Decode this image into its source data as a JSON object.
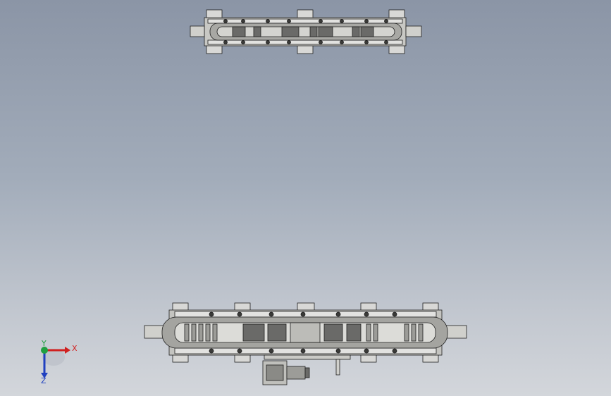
{
  "view": {
    "models": [
      {
        "name": "conveyor-top-view"
      },
      {
        "name": "conveyor-front-view"
      }
    ]
  },
  "triad": {
    "x_label": "X",
    "y_label": "Y",
    "z_label": "Z"
  },
  "colors": {
    "background_top": "#8b95a6",
    "background_bottom": "#d3d6db",
    "part_light": "#d8d8d6",
    "part_mid": "#b8b8b4",
    "part_dark": "#5a5a58",
    "edge": "#1e1e1e",
    "axis_x": "#d02020",
    "axis_y": "#20a040",
    "axis_z": "#2040c0"
  }
}
